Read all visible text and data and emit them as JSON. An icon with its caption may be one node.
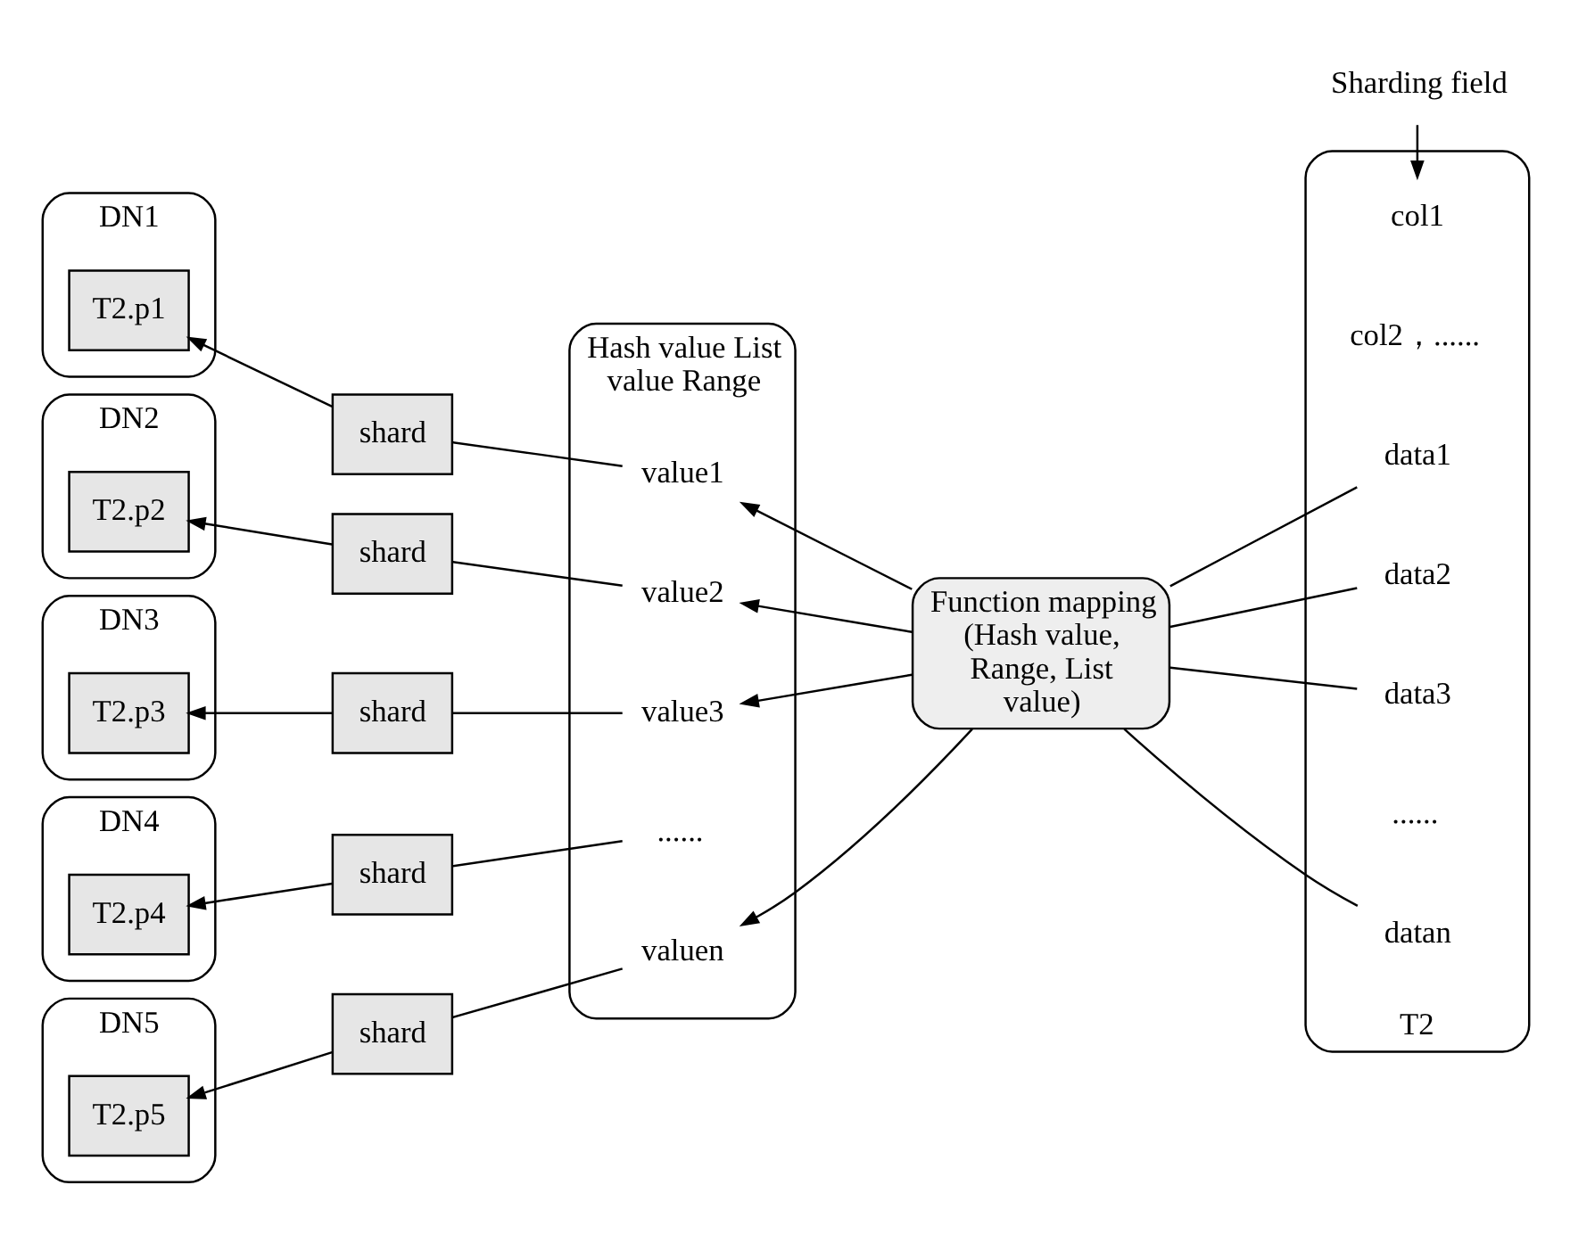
{
  "diagram": {
    "nodes": [
      {
        "text": [
          "DN1"
        ]
      },
      {
        "text": [
          "T2.p1"
        ],
        "in": 0
      },
      {
        "text": [
          "DN2"
        ]
      },
      {
        "text": [
          "T2.p2"
        ],
        "in": 2
      },
      {
        "text": [
          "DN3"
        ]
      },
      {
        "text": [
          "T2.p3"
        ],
        "in": 4
      },
      {
        "text": [
          "DN4"
        ]
      },
      {
        "text": [
          "T2.p4"
        ],
        "in": 6
      },
      {
        "text": [
          "DN5"
        ]
      },
      {
        "text": [
          "T2.p5"
        ],
        "in": 8
      },
      {
        "text": [
          "shard"
        ]
      },
      {
        "text": [
          "shard"
        ]
      },
      {
        "text": [
          "shard"
        ]
      },
      {
        "text": [
          "shard"
        ]
      },
      {
        "text": [
          "shard"
        ]
      },
      {
        "text": [
          "Hash value List value Range"
        ]
      },
      {
        "text": [
          "value1"
        ],
        "in": 15
      },
      {
        "text": [
          "value2"
        ],
        "in": 15
      },
      {
        "text": [
          "value3"
        ],
        "in": 15
      },
      {
        "text": [
          "......"
        ],
        "in": 15
      },
      {
        "text": [
          "valuen"
        ],
        "in": 15
      },
      {
        "text": [
          "Function mapping (Hash value, Range, List value)"
        ]
      },
      {
        "text": [
          "Sharding field"
        ]
      },
      {
        "text": [
          "T2"
        ]
      },
      {
        "text": [
          "col1"
        ],
        "in": 23
      },
      {
        "text": [
          "col2，......"
        ],
        "in": 23
      },
      {
        "text": [
          "data1"
        ],
        "in": 23
      },
      {
        "text": [
          "data2"
        ],
        "in": 23
      },
      {
        "text": [
          "data3"
        ],
        "in": 23
      },
      {
        "text": [
          "......"
        ],
        "in": 23
      },
      {
        "text": [
          "datan"
        ],
        "in": 23
      }
    ],
    "edges": [
      {
        "from": 26,
        "to": 21,
        "arrow": "none"
      },
      {
        "from": 27,
        "to": 21,
        "arrow": "none"
      },
      {
        "from": 28,
        "to": 21,
        "arrow": "none"
      },
      {
        "from": 30,
        "to": 21,
        "arrow": "none"
      },
      {
        "from": 21,
        "to": 16,
        "arrow": "to"
      },
      {
        "from": 21,
        "to": 17,
        "arrow": "to"
      },
      {
        "from": 21,
        "to": 18,
        "arrow": "to"
      },
      {
        "from": 21,
        "to": 20,
        "arrow": "to"
      },
      {
        "from": 16,
        "to": 10,
        "arrow": "none"
      },
      {
        "from": 17,
        "to": 11,
        "arrow": "none"
      },
      {
        "from": 18,
        "to": 12,
        "arrow": "none"
      },
      {
        "from": 19,
        "to": 13,
        "arrow": "none"
      },
      {
        "from": 20,
        "to": 14,
        "arrow": "none"
      },
      {
        "from": 10,
        "to": 1,
        "arrow": "to"
      },
      {
        "from": 11,
        "to": 3,
        "arrow": "to"
      },
      {
        "from": 12,
        "to": 5,
        "arrow": "to"
      },
      {
        "from": 13,
        "to": 7,
        "arrow": "to"
      },
      {
        "from": 14,
        "to": 9,
        "arrow": "to"
      },
      {
        "from": 22,
        "to": 24,
        "arrow": "to"
      }
    ]
  }
}
